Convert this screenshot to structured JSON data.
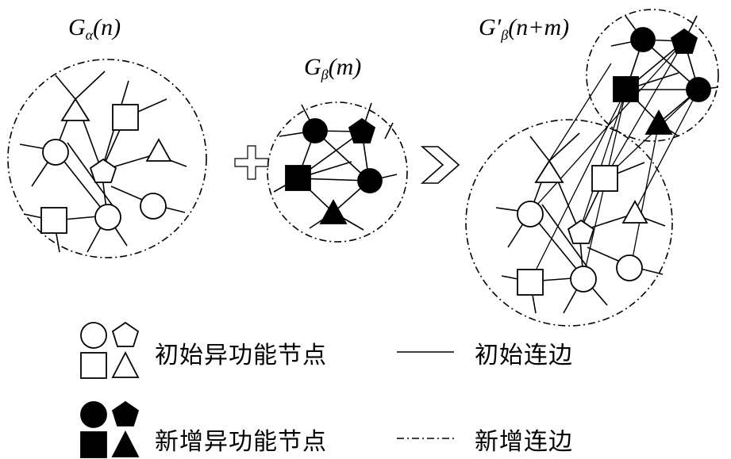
{
  "labels": {
    "g_alpha": {
      "letter": "G",
      "sub": "α",
      "arg": "(n)"
    },
    "g_beta": {
      "letter": "G",
      "sub": "β",
      "arg": "(m)"
    },
    "g_beta_prime": {
      "letter": "G′",
      "sub": "β",
      "arg": "(n+m)"
    }
  },
  "operators": {
    "plus": "+"
  },
  "legend": {
    "initial_nodes": "初始异功能节点",
    "new_nodes": "新增异功能节点",
    "initial_edges": "初始连边",
    "new_edges": "新增连边"
  }
}
